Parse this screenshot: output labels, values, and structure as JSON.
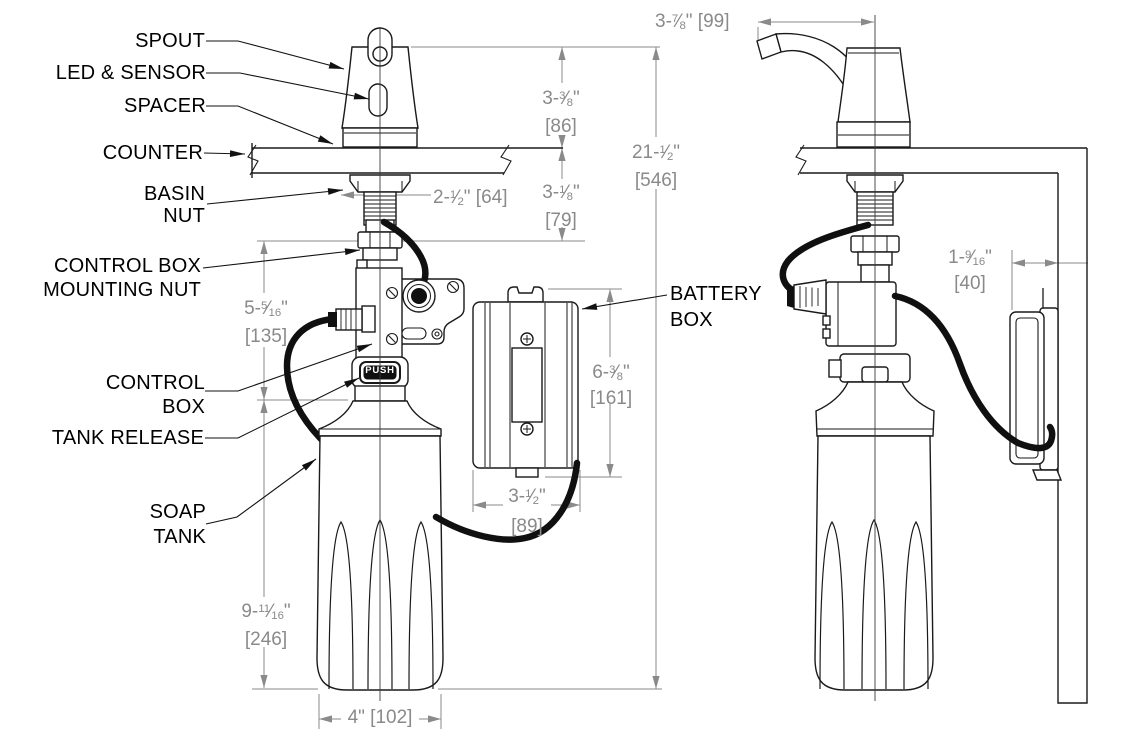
{
  "diagram": {
    "kind": "technical installation drawing",
    "subject": "counter-mounted automatic soap dispenser with soap tank and battery box, front and side views",
    "background": "#ffffff",
    "line_color": "#1a1a1a",
    "dimension_color": "#8a8a8a"
  },
  "labels": {
    "spout": "SPOUT",
    "led_sensor": "LED & SENSOR",
    "spacer": "SPACER",
    "counter": "COUNTER",
    "basin_nut": [
      "BASIN",
      "NUT"
    ],
    "control_box_mounting_nut": [
      "CONTROL BOX",
      "MOUNTING NUT"
    ],
    "control_box": [
      "CONTROL",
      "BOX"
    ],
    "tank_release": "TANK RELEASE",
    "soap_tank": [
      "SOAP",
      "TANK"
    ],
    "battery_box": [
      "BATTERY",
      "BOX"
    ],
    "push_button": "PUSH"
  },
  "dimensions": {
    "spout_above_counter": {
      "inches": "3-3/8\"",
      "mm": "[86]"
    },
    "counter_to_mounting_nut": {
      "inches": "3-1/8\"",
      "mm": "[79]"
    },
    "counter_hole": {
      "text": "2-1/2\" [64]"
    },
    "overall_height": {
      "inches": "21-1/2\"",
      "mm": "[546]"
    },
    "spout_reach": {
      "text": "3-7/8\" [99]"
    },
    "control_box_height": {
      "inches": "5-5/16\"",
      "mm": "[135]"
    },
    "tank_height": {
      "inches": "9-11/16\"",
      "mm": "[246]"
    },
    "battery_box_height": {
      "inches": "6-3/8\"",
      "mm": "[161]"
    },
    "battery_box_width": {
      "inches": "3-1/2\"",
      "mm": "[89]"
    },
    "battery_box_depth": {
      "inches": "1-9/16\"",
      "mm": "[40]"
    },
    "tank_width": {
      "text": "4\" [102]"
    }
  }
}
